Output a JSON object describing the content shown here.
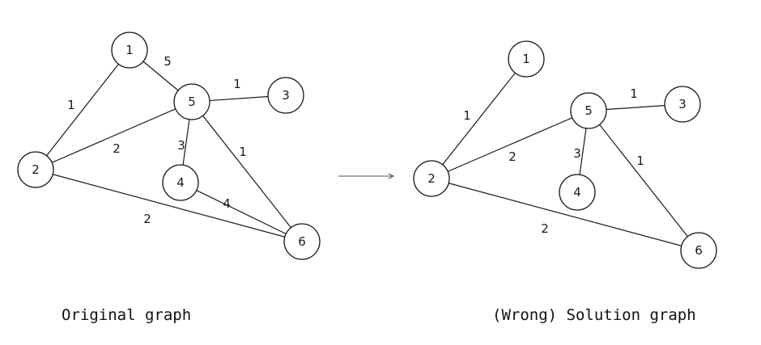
{
  "captions": {
    "original": "Original graph",
    "solution": "(Wrong) Solution graph"
  },
  "graphs": {
    "original": {
      "nodes": [
        "1",
        "2",
        "3",
        "4",
        "5",
        "6"
      ],
      "edges": [
        {
          "from": "1",
          "to": "5",
          "weight": "5"
        },
        {
          "from": "1",
          "to": "2",
          "weight": "1"
        },
        {
          "from": "5",
          "to": "3",
          "weight": "1"
        },
        {
          "from": "2",
          "to": "5",
          "weight": "2"
        },
        {
          "from": "5",
          "to": "4",
          "weight": "3"
        },
        {
          "from": "5",
          "to": "6",
          "weight": "1"
        },
        {
          "from": "4",
          "to": "6",
          "weight": "4"
        },
        {
          "from": "2",
          "to": "6",
          "weight": "2"
        }
      ]
    },
    "solution": {
      "nodes": [
        "1",
        "2",
        "3",
        "4",
        "5",
        "6"
      ],
      "edges": [
        {
          "from": "1",
          "to": "2",
          "weight": "1"
        },
        {
          "from": "5",
          "to": "3",
          "weight": "1"
        },
        {
          "from": "2",
          "to": "5",
          "weight": "2"
        },
        {
          "from": "5",
          "to": "4",
          "weight": "3"
        },
        {
          "from": "5",
          "to": "6",
          "weight": "1"
        },
        {
          "from": "2",
          "to": "6",
          "weight": "2"
        }
      ]
    }
  }
}
